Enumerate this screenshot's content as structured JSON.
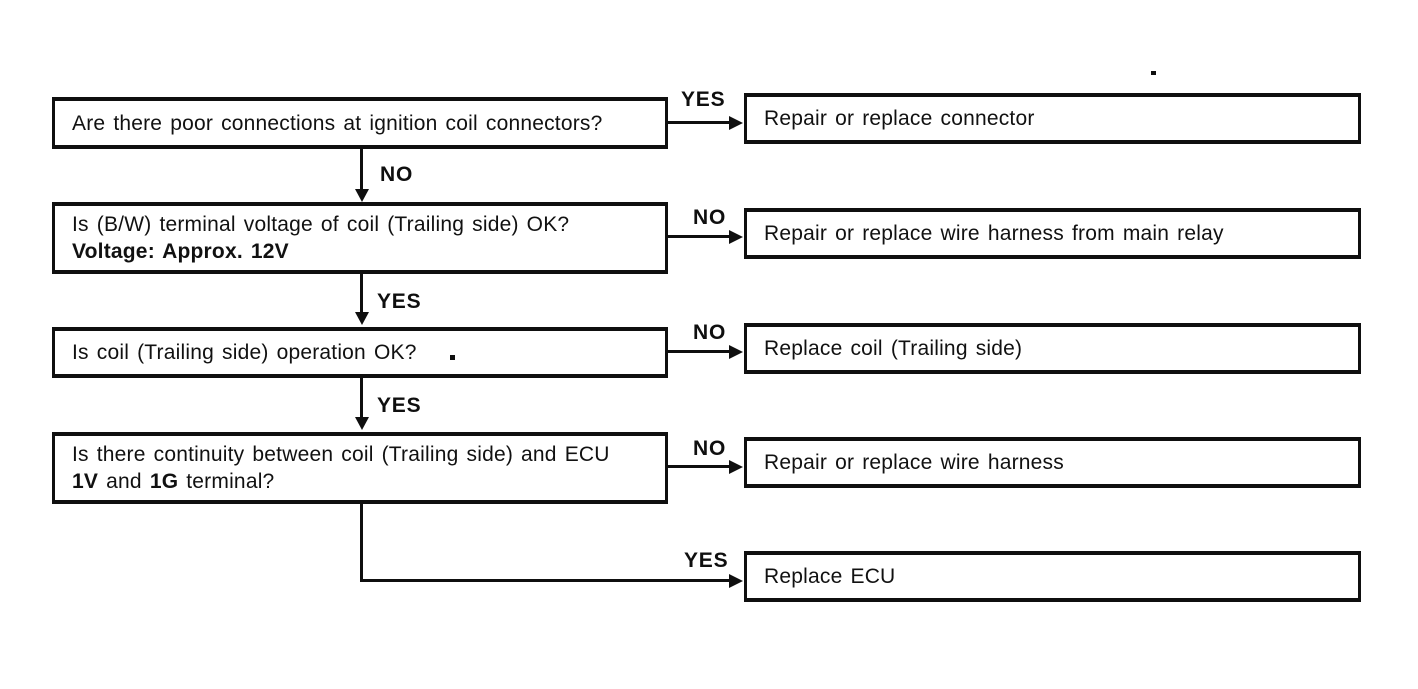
{
  "diagram": {
    "kind": "troubleshooting-flowchart",
    "subject": "Ignition coil (Trailing side) diagnostic flow",
    "branch_labels": {
      "yes": "YES",
      "no": "NO"
    },
    "questions": [
      {
        "id": "q1",
        "text": "Are there poor connections at ignition coil connectors?"
      },
      {
        "id": "q2",
        "line1": "Is (B/W) terminal voltage of coil (Trailing side) OK?",
        "line2_bold": "Voltage: Approx. 12V"
      },
      {
        "id": "q3",
        "text": "Is coil (Trailing side) operation OK?"
      },
      {
        "id": "q4",
        "line1": "Is there continuity between coil (Trailing side) and ECU",
        "line2": {
          "b1": "1V",
          "mid": " and ",
          "b2": "1G",
          "tail": " terminal?"
        }
      }
    ],
    "actions": [
      {
        "id": "a1",
        "text": "Repair or replace connector"
      },
      {
        "id": "a2",
        "text": "Repair or replace wire harness from main relay"
      },
      {
        "id": "a3",
        "text": "Replace coil (Trailing side)"
      },
      {
        "id": "a4",
        "text": "Repair or replace wire harness"
      },
      {
        "id": "a5",
        "text": "Replace ECU"
      }
    ],
    "edges": [
      {
        "from": "q1",
        "label": "YES",
        "to": "a1",
        "direction": "right"
      },
      {
        "from": "q1",
        "label": "NO",
        "to": "q2",
        "direction": "down"
      },
      {
        "from": "q2",
        "label": "NO",
        "to": "a2",
        "direction": "right"
      },
      {
        "from": "q2",
        "label": "YES",
        "to": "q3",
        "direction": "down"
      },
      {
        "from": "q3",
        "label": "NO",
        "to": "a3",
        "direction": "right"
      },
      {
        "from": "q3",
        "label": "YES",
        "to": "q4",
        "direction": "down"
      },
      {
        "from": "q4",
        "label": "NO",
        "to": "a4",
        "direction": "right"
      },
      {
        "from": "q4",
        "label": "YES",
        "to": "a5",
        "direction": "right-elbow"
      }
    ]
  },
  "colors": {
    "ink": "#0f0f0f",
    "paper": "#ffffff"
  }
}
